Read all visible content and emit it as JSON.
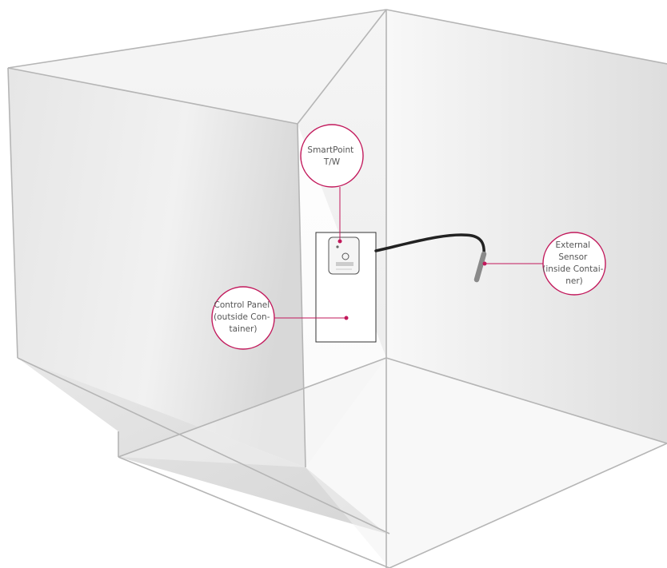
{
  "callouts": {
    "smartpoint": [
      "SmartPoint",
      "T/W"
    ],
    "control_panel": [
      "Control Panel",
      "(outside Con-",
      "tainer)"
    ],
    "external_sensor": [
      "External",
      "Sensor",
      "(inside Contai-",
      "ner)"
    ]
  },
  "colors": {
    "accent": "#c2185b",
    "edge": "#b5b5b5",
    "cable": "#222222",
    "sensor": "#8a8a8a"
  }
}
